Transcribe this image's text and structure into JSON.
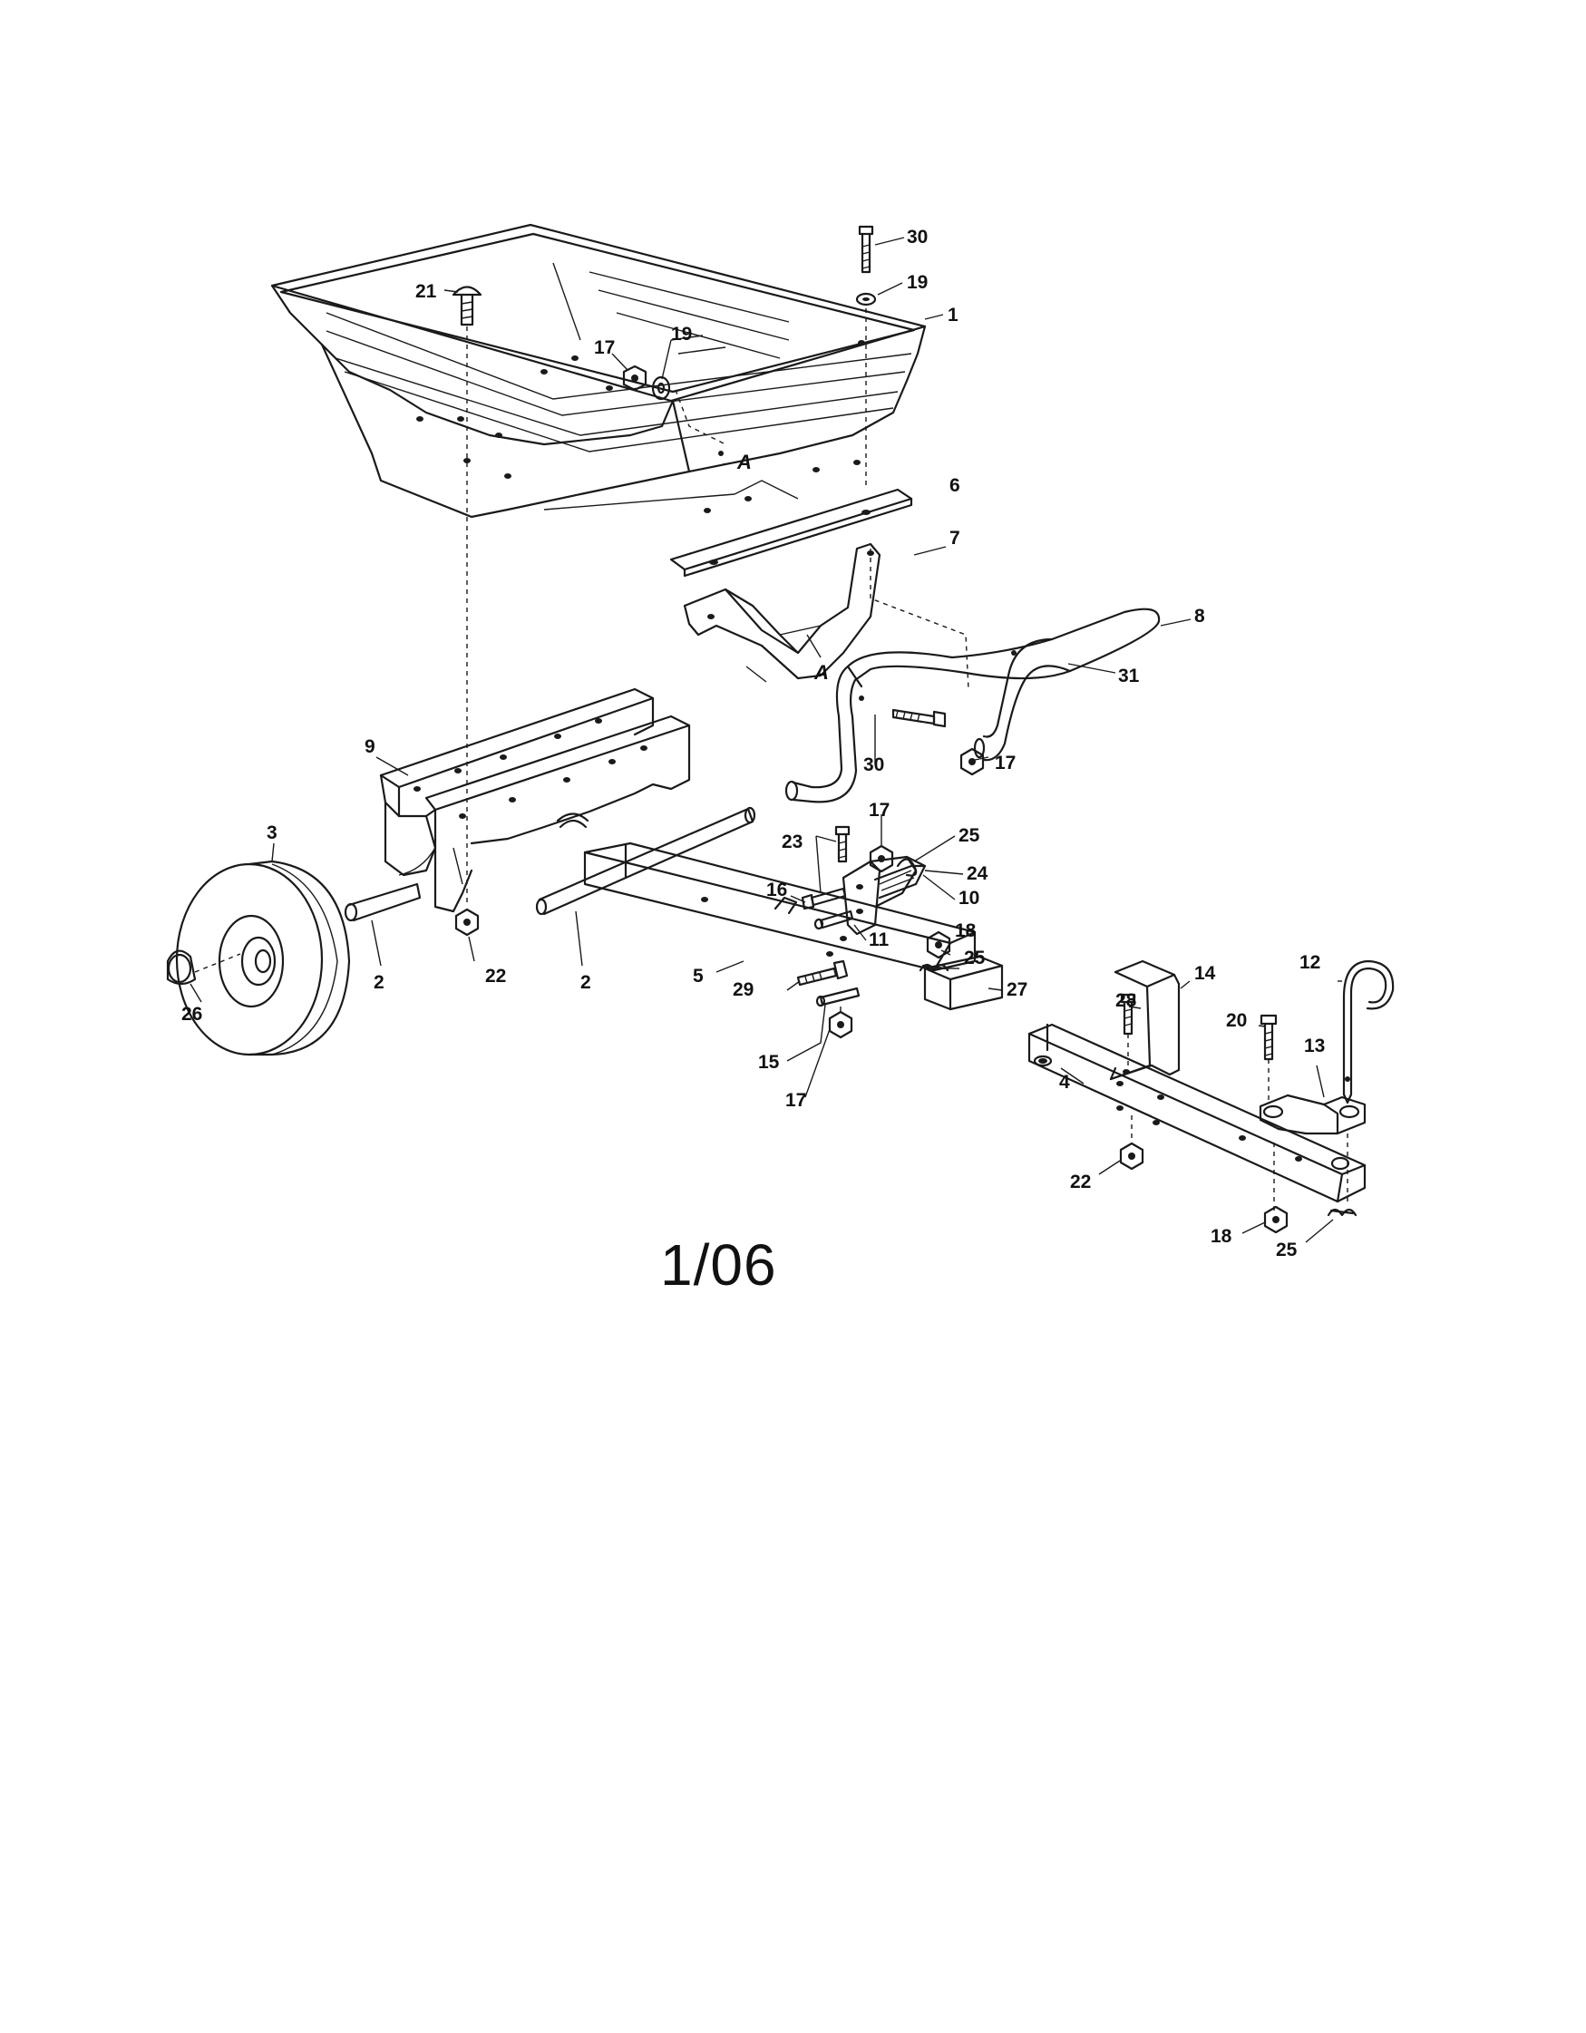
{
  "caption": "1/06",
  "reference_marker": "A",
  "callouts": {
    "c1": "1",
    "c2a": "2",
    "c2b": "2",
    "c3": "3",
    "c4": "4",
    "c5": "5",
    "c6": "6",
    "c7": "7",
    "c8": "8",
    "c9": "9",
    "c10": "10",
    "c11": "11",
    "c12": "12",
    "c13": "13",
    "c14": "14",
    "c15": "15",
    "c16": "16",
    "c17a": "17",
    "c17b": "17",
    "c17c": "17",
    "c17d": "17",
    "c18a": "18",
    "c18b": "18",
    "c19a": "19",
    "c19b": "19",
    "c20": "20",
    "c21": "21",
    "c22a": "22",
    "c22b": "22",
    "c23": "23",
    "c24": "24",
    "c25a": "25",
    "c25b": "25",
    "c25c": "25",
    "c26": "26",
    "c27": "27",
    "c28": "28",
    "c29": "29",
    "c30a": "30",
    "c30b": "30",
    "c31": "31"
  }
}
